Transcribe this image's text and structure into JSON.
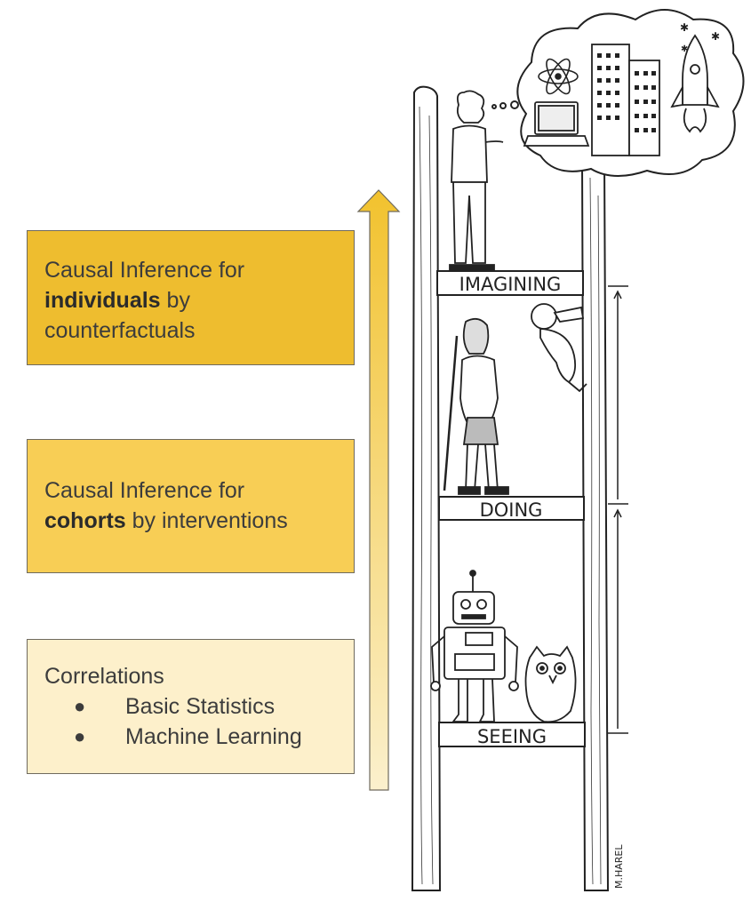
{
  "boxes": {
    "imagining": {
      "line1": "Causal Inference for",
      "bold": "individuals",
      "rest": " by",
      "line3": "counterfactuals",
      "color": "#eebd2f"
    },
    "doing": {
      "line1": "Causal Inference for",
      "bold": "cohorts",
      "rest": " by interventions",
      "color": "#f8ce55"
    },
    "seeing": {
      "heading": "Correlations",
      "bullet_glyph": "●",
      "bullets": [
        "Basic Statistics",
        "Machine Learning"
      ],
      "color": "#fdf0cb"
    }
  },
  "ladder": {
    "rungs": [
      "IMAGINING",
      "DOING",
      "SEEING"
    ],
    "signature": "M.HAREL"
  },
  "colors": {
    "arrow_top": "#f2c22e",
    "arrow_bottom": "#fbf0cd",
    "outline": "#6f6a5e",
    "ink": "#222222"
  },
  "icons": [
    "up-arrow-icon",
    "ladder-illustration",
    "thought-bubble-icon",
    "atom-icon",
    "laptop-icon",
    "building-icon",
    "rocket-icon",
    "robot-icon",
    "owl-icon",
    "caveman-figure",
    "baby-figure",
    "scientist-figure"
  ]
}
